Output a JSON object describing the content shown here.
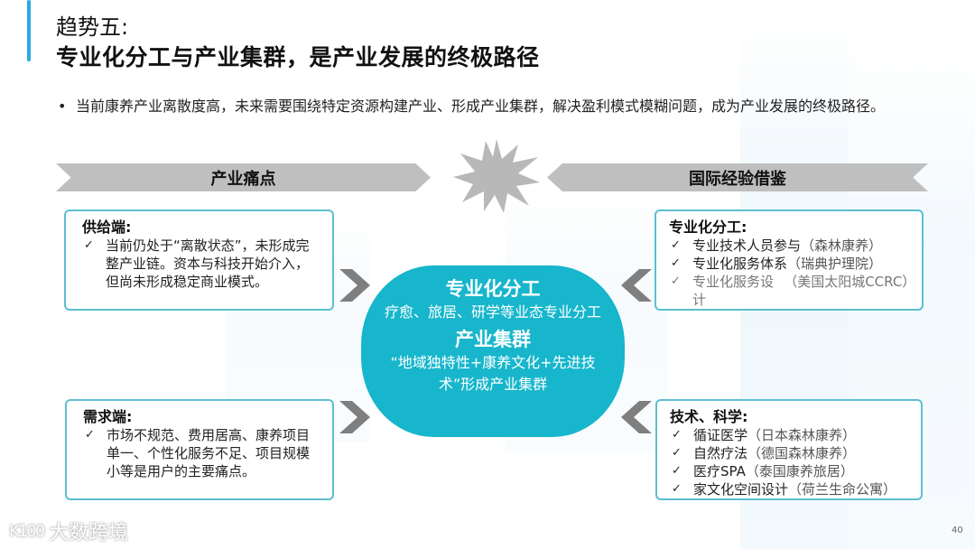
{
  "header": {
    "title_line1": "趋势五:",
    "title_line2": "专业化分工与产业集群，是产业发展的终极路径",
    "accent_color": "#29a9e0"
  },
  "intro": {
    "bullet": "•",
    "text": "当前康养产业离散度高，未来需要围绕特定资源构建产业、形成产业集群，解决盈利模式模糊问题，成为产业发展的终极路径。"
  },
  "banners": {
    "left": "产业痛点",
    "right": "国际经验借鉴"
  },
  "pain_points": {
    "supply": {
      "title": "供给端:",
      "items": [
        {
          "check": "✓",
          "text": "当前仍处于“离散状态”，未形成完整产业链。资本与科技开始介入，但尚未形成稳定商业模式。"
        }
      ]
    },
    "demand": {
      "title": "需求端:",
      "items": [
        {
          "check": "✓",
          "text": "市场不规范、费用居高、康养项目单一、个性化服务不足、项目规模小等是用户的主要痛点。"
        }
      ]
    }
  },
  "center": {
    "heading1": "专业化分工",
    "text1": "疗愈、旅居、研学等业态专业分工",
    "heading2": "产业集群",
    "text2": "“地域独特性+康养文化+先进技术”形成产业集群",
    "color": "#17b6cc"
  },
  "international": {
    "specialization": {
      "title": "专业化分工:",
      "items": [
        {
          "check": "✓",
          "main": "专业技术人员参与",
          "sub": "（森林康养）"
        },
        {
          "check": "✓",
          "main": "专业化服务体系",
          "sub": "（瑞典护理院）"
        },
        {
          "check": "✓",
          "main": "专业化服务设计",
          "sub": "（美国太阳城CCRC）"
        }
      ]
    },
    "technology": {
      "title": "技术、科学:",
      "items": [
        {
          "check": "✓",
          "main": "循证医学",
          "sub": "（日本森林康养）"
        },
        {
          "check": "✓",
          "main": "自然疗法",
          "sub": "（德国森林康养）"
        },
        {
          "check": "✓",
          "main": "医疗SPA",
          "sub": "（泰国康养旅居）"
        },
        {
          "check": "✓",
          "main": "家文化空间设计",
          "sub": "（荷兰生命公寓）"
        }
      ]
    }
  },
  "footer": {
    "logo_mark": "K100",
    "logo_text": "大数跨境",
    "page_number": "40"
  }
}
